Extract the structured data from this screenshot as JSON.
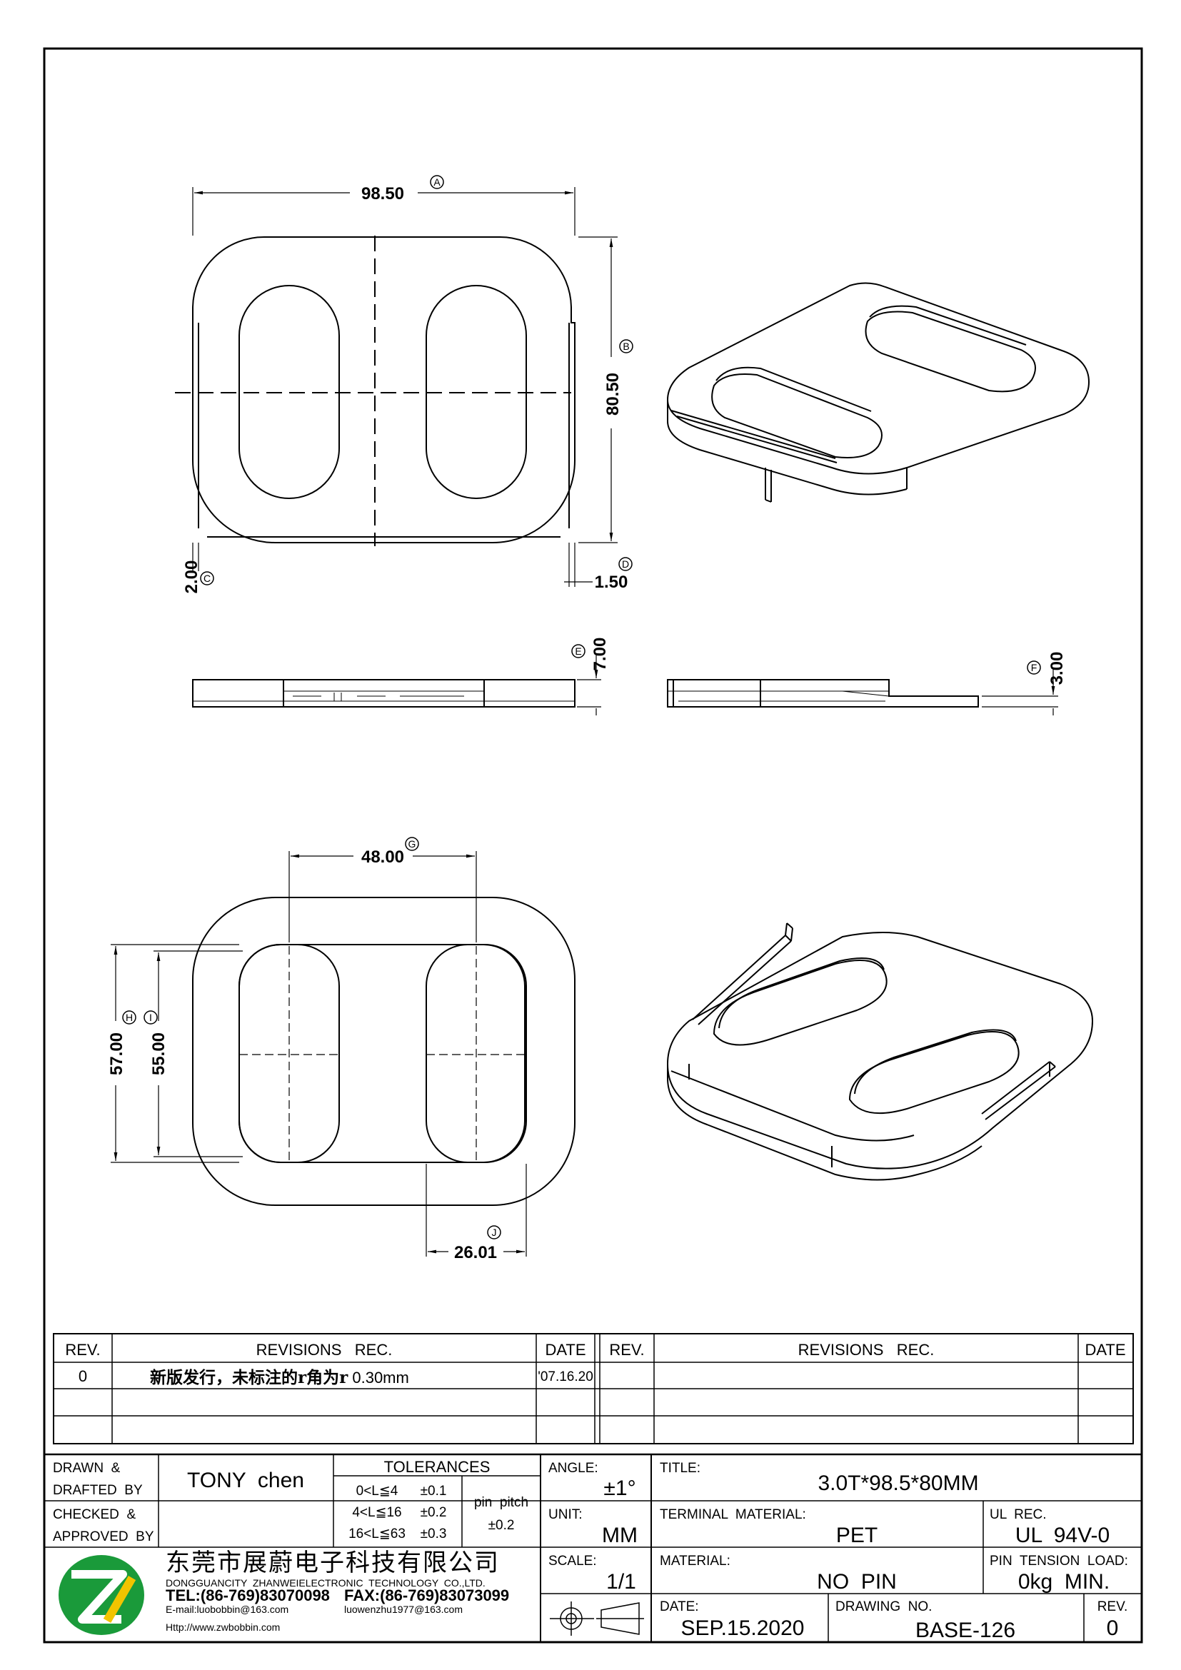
{
  "dimensions": {
    "A": {
      "letter": "A",
      "value": "98.50"
    },
    "B": {
      "letter": "B",
      "value": "80.50"
    },
    "C": {
      "letter": "C",
      "value": "2.00"
    },
    "D": {
      "letter": "D",
      "value": "1.50"
    },
    "E": {
      "letter": "E",
      "value": "7.00"
    },
    "F": {
      "letter": "F",
      "value": "3.00"
    },
    "G": {
      "letter": "G",
      "value": "48.00"
    },
    "H": {
      "letter": "H",
      "value": "57.00"
    },
    "I": {
      "letter": "I",
      "value": "55.00"
    },
    "J": {
      "letter": "J",
      "value": "26.01"
    }
  },
  "revisions": {
    "headers": {
      "rev": "REV.",
      "revisions_rec": "REVISIONS   REC.",
      "date": "DATE"
    },
    "rows": [
      {
        "rev": "0",
        "text_cn": "新版发行，未标注的r角为r",
        "text_val": " 0.30mm",
        "date": "'07.16.20"
      }
    ]
  },
  "title_block": {
    "drawn_label_1": "DRAWN  &",
    "drawn_label_2": "DRAFTED  BY",
    "drawn_by": "TONY  chen",
    "checked_label_1": "CHECKED  &",
    "checked_label_2": "APPROVED  BY",
    "tolerances_label": "TOLERANCES",
    "tol_rows": [
      {
        "range": "0<L≦4",
        "tol": "±0.1"
      },
      {
        "range": "4<L≦16",
        "tol": "±0.2"
      },
      {
        "range": "16<L≦63",
        "tol": "±0.3"
      }
    ],
    "pin_pitch_label": "pin  pitch",
    "pin_pitch_tol": "±0.2",
    "angle_label": "ANGLE:",
    "angle_value": "±1°",
    "unit_label": "UNIT:",
    "unit_value": "MM",
    "scale_label": "SCALE:",
    "scale_value": "1/1",
    "title_label": "TITLE:",
    "title_value": "3.0T*98.5*80MM",
    "terminal_label": "TERMINAL  MATERIAL:",
    "terminal_value": "PET",
    "ul_label": "UL  REC.",
    "ul_value": "UL  94V-0",
    "material_label": "MATERIAL:",
    "material_value": "NO  PIN",
    "pin_tension_label": "PIN  TENSION  LOAD:",
    "pin_tension_value": "0kg  MIN.",
    "date_label": "DATE:",
    "date_value": "SEP.15.2020",
    "drawing_no_label": "DRAWING  NO.",
    "drawing_no_value": "BASE-126",
    "rev_label": "REV.",
    "rev_value": "0"
  },
  "company": {
    "name_cn": "东莞市展蔚电子科技有限公司",
    "name_en": "DONGGUANCITY  ZHANWEIELECTRONIC  TECHNOLOGY  CO.,LTD.",
    "tel": "TEL:(86-769)83070098",
    "fax": "FAX:(86-769)83073099",
    "email": "E-mail:luobobbin@163.com",
    "email2": "luowenzhu1977@163.com",
    "web": "Http://www.zwbobbin.com",
    "logo_color_green": "#1a9a3a",
    "logo_color_yellow": "#f2c400"
  }
}
